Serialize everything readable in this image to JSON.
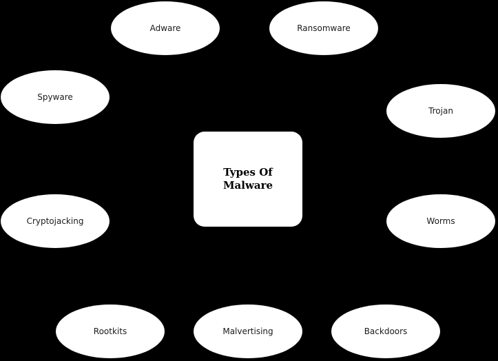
{
  "diagram": {
    "center": {
      "title_line1": "Types Of",
      "title_line2": "Malware"
    },
    "nodes": {
      "adware": "Adware",
      "ransomware": "Ransomware",
      "spyware": "Spyware",
      "trojan": "Trojan",
      "cryptojacking": "Cryptojacking",
      "worms": "Worms",
      "rootkits": "Rootkits",
      "malvertising": "Malvertising",
      "backdoors": "Backdoors"
    },
    "colors": {
      "background": "#000000",
      "node_fill": "#ffffff",
      "text": "#000000"
    }
  }
}
